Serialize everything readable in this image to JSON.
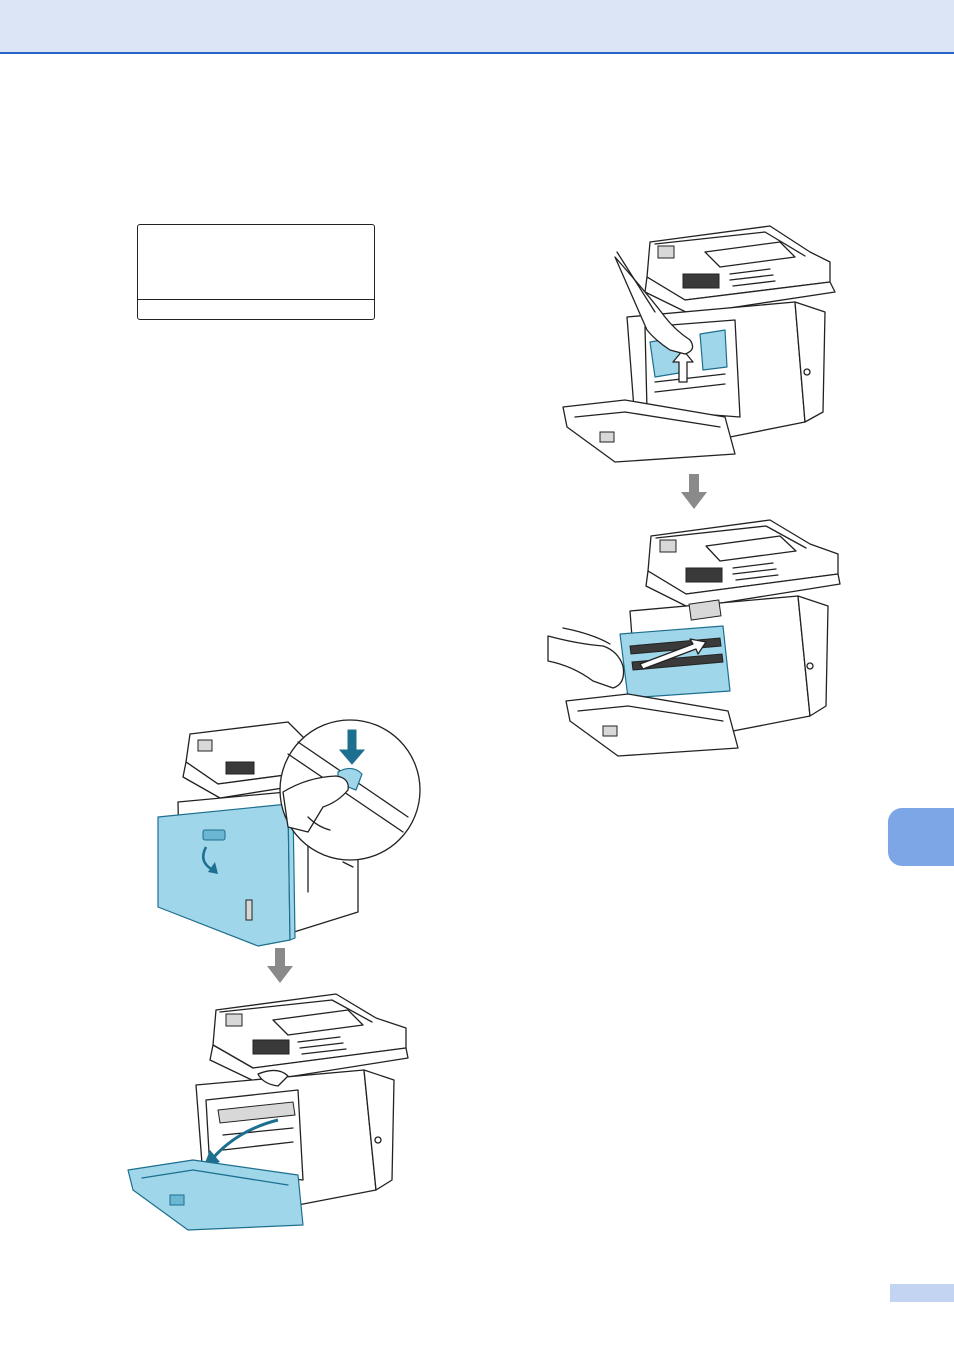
{
  "header": {
    "title": ""
  },
  "lcd": {
    "line1": "",
    "line2": "",
    "status": ""
  },
  "side_tab": {
    "label": ""
  },
  "page": {
    "number": ""
  },
  "colors": {
    "header_bg": "#dbe5f6",
    "header_rule": "#2a64c8",
    "accent_blue": "#9fd6ea",
    "tab_blue": "#7da6e6",
    "page_num_bg": "#c2d4f2"
  },
  "illustrations": [
    {
      "name": "remove-drum-lift",
      "icon": "printer-drum-lift-illustration"
    },
    {
      "name": "remove-drum-pull",
      "icon": "printer-drum-pull-illustration"
    },
    {
      "name": "press-release-button",
      "icon": "printer-front-release-illustration"
    },
    {
      "name": "open-front-cover",
      "icon": "printer-open-cover-illustration"
    }
  ]
}
